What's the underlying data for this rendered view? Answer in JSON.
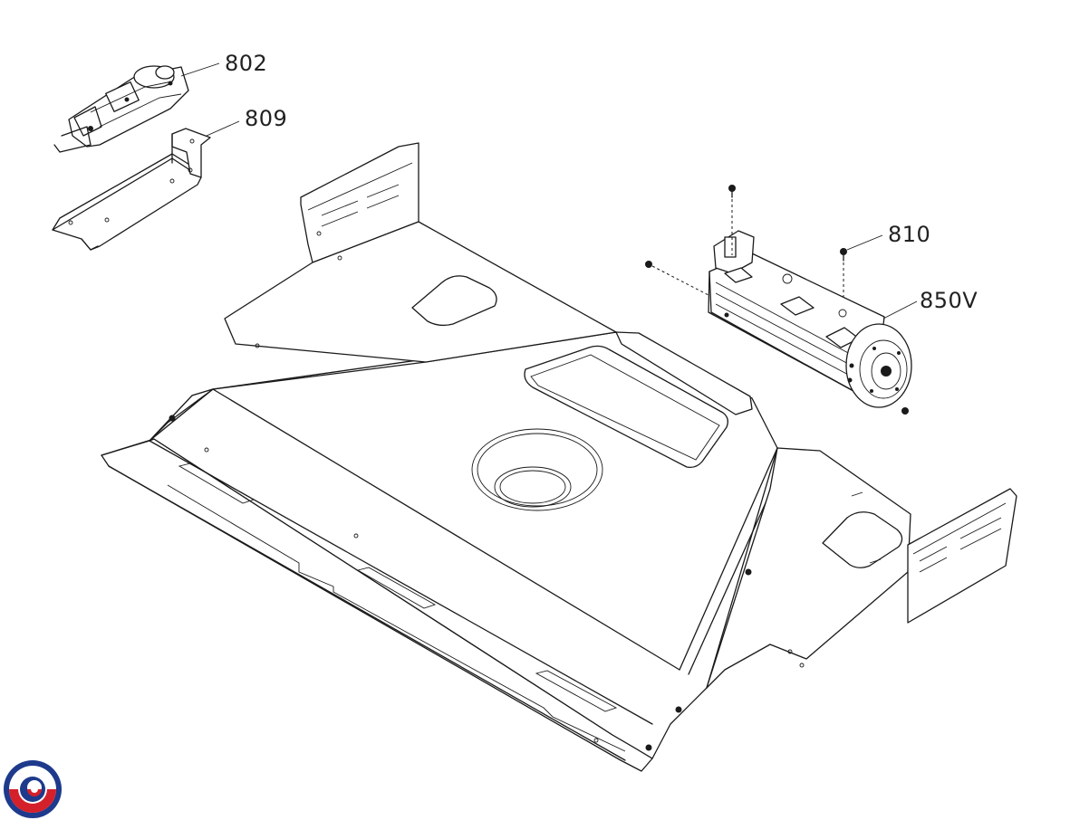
{
  "callouts": [
    {
      "id": "802",
      "text": "802"
    },
    {
      "id": "809",
      "text": "809"
    },
    {
      "id": "810",
      "text": "810"
    },
    {
      "id": "850V",
      "text": "850V"
    }
  ],
  "colors": {
    "line": "#1a1a1a",
    "background": "#ffffff",
    "logo_blue": "#1e3a8c",
    "logo_red": "#d4202a"
  },
  "logo": {
    "icon": "brand-swirl-logo"
  }
}
